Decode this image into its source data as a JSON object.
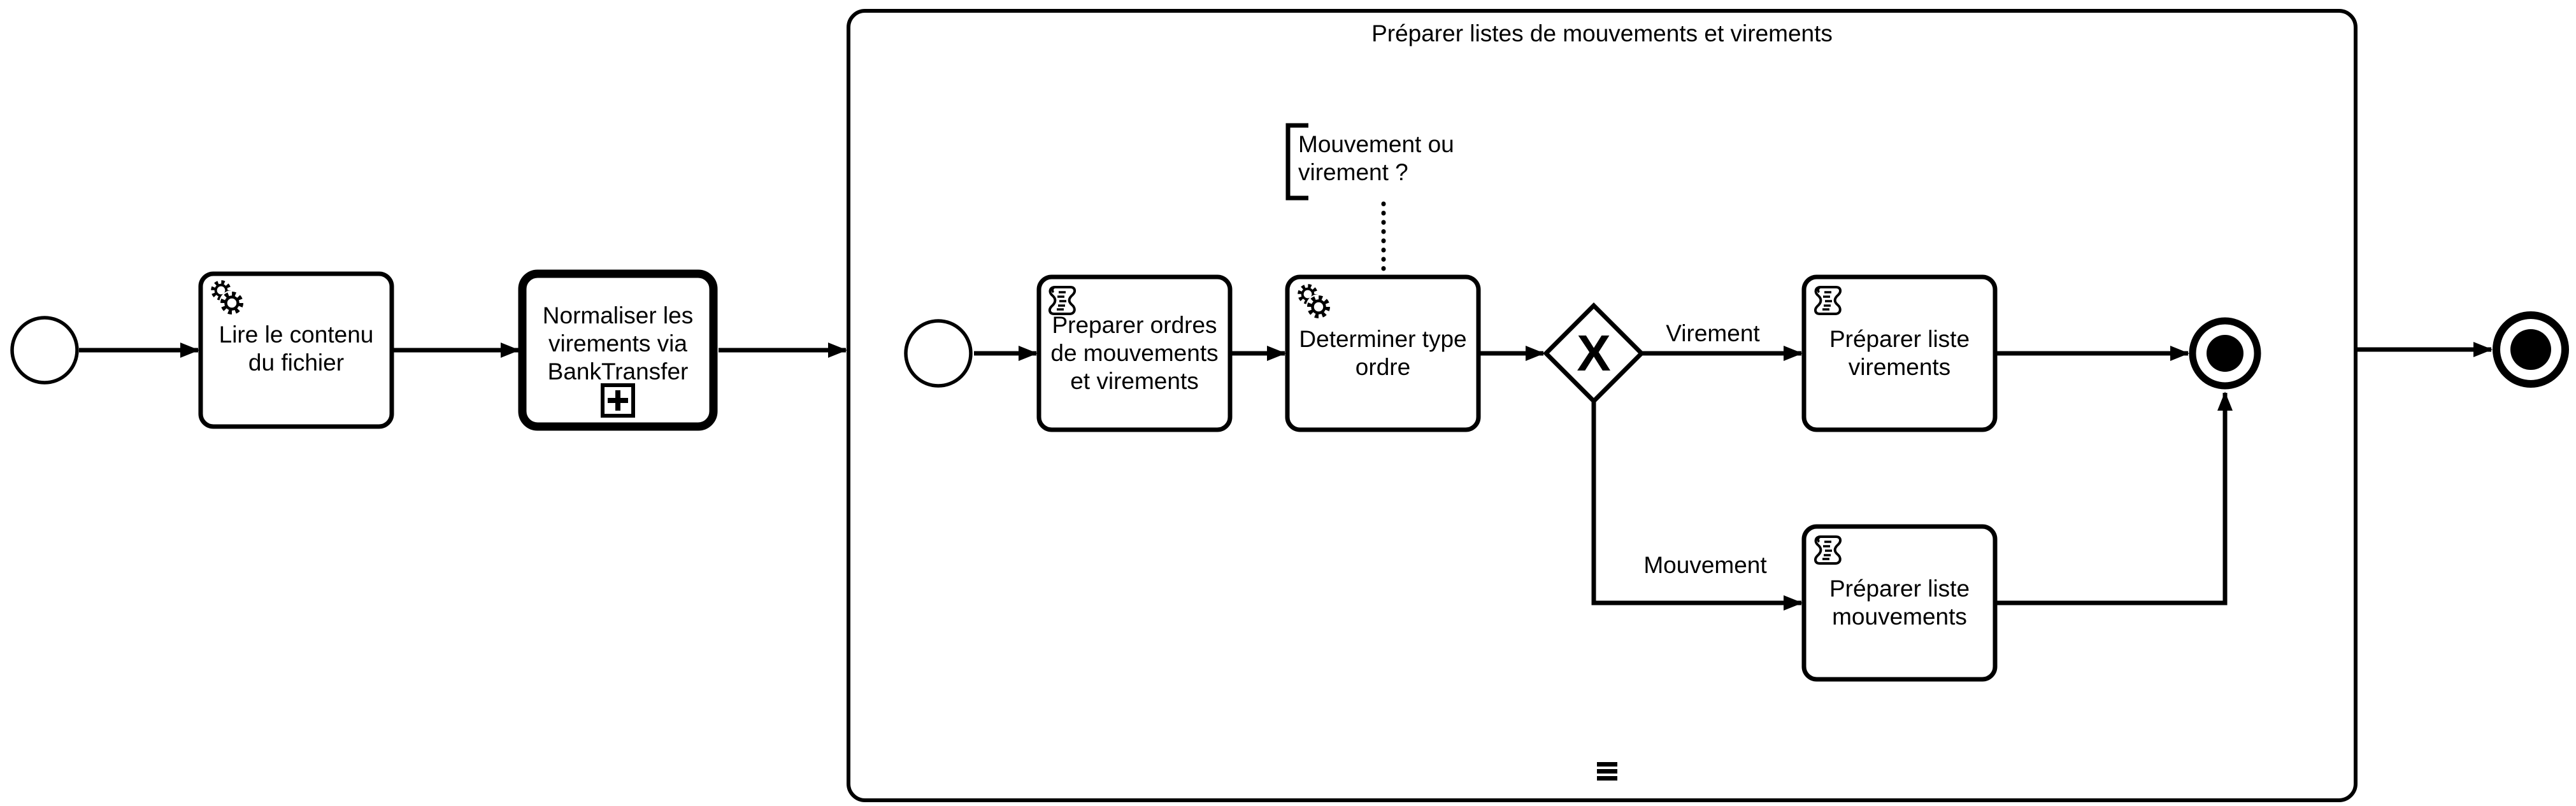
{
  "colors": {
    "ink": "#000000",
    "background": "#ffffff"
  },
  "process": {
    "start_event": {
      "type": "start-event"
    },
    "task_lire": {
      "type": "service-task",
      "icon": "gears-icon",
      "label": "Lire le contenu\ndu fichier"
    },
    "task_normaliser": {
      "type": "call-activity",
      "marker": "plus-subprocess-marker",
      "label": "Normaliser les\nvirements via\nBankTransfer"
    },
    "subprocess": {
      "type": "expanded-subprocess",
      "title": "Préparer listes de mouvements et virements",
      "marker": "sequential-multi-instance-marker",
      "start_event": {
        "type": "start-event"
      },
      "task_preparer_ordres": {
        "type": "script-task",
        "icon": "script-icon",
        "label": "Preparer ordres\nde mouvements\net virements"
      },
      "task_determiner": {
        "type": "service-task",
        "icon": "gears-icon",
        "label": "Determiner type\nordre"
      },
      "gateway": {
        "type": "exclusive-gateway",
        "marker": "X"
      },
      "annotation": {
        "type": "text-annotation",
        "text": "Mouvement ou\nvirement ?"
      },
      "task_liste_virements": {
        "type": "script-task",
        "icon": "script-icon",
        "label": "Préparer liste\nvirements"
      },
      "task_liste_mouvements": {
        "type": "script-task",
        "icon": "script-icon",
        "label": "Préparer liste\nmouvements"
      },
      "end_event": {
        "type": "end-event"
      },
      "flows": {
        "virement": {
          "label": "Virement"
        },
        "mouvement": {
          "label": "Mouvement"
        }
      }
    },
    "end_event": {
      "type": "end-event"
    }
  }
}
